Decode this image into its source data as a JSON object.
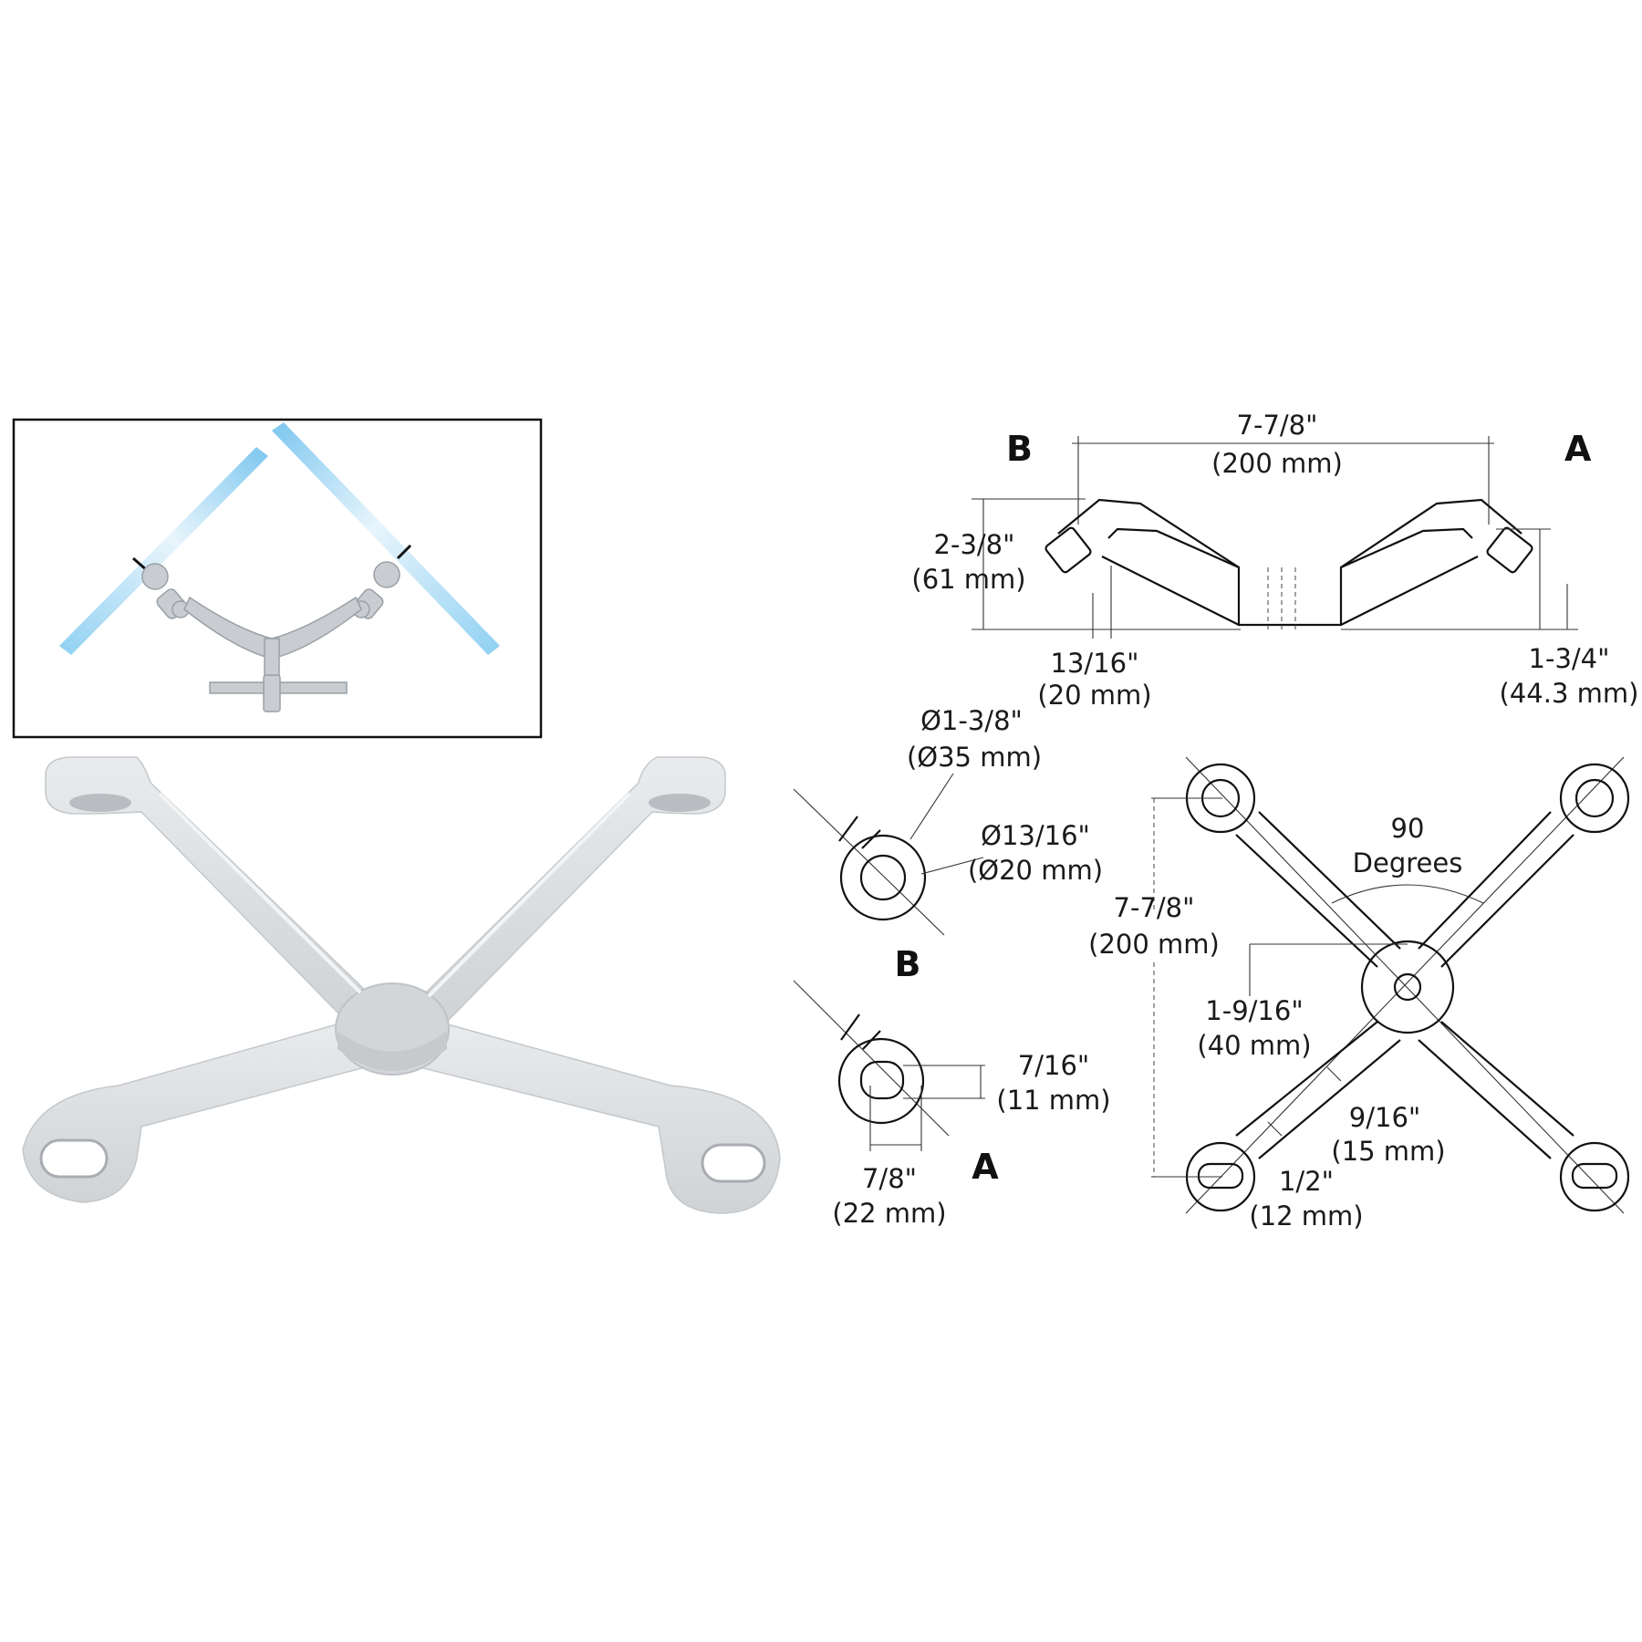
{
  "inset_panel": {
    "glass_color": "#8fd0f2",
    "frame_color": "#111111",
    "hardware_color": "#c9cdd1"
  },
  "product_photo": {
    "metal_color": "#dadde0",
    "shade_color": "#bfc3c7"
  },
  "side_view": {
    "label_b": "B",
    "label_a": "A",
    "width_in": "7-7/8\"",
    "width_mm": "(200 mm)",
    "height_in": "2-3/8\"",
    "height_mm": "(61 mm)",
    "offset_in": "13/16\"",
    "offset_mm": "(20 mm)",
    "end_height_in": "1-3/4\"",
    "end_height_mm": "(44.3 mm)"
  },
  "detail_b": {
    "outer_dia_in": "Ø1-3/8\"",
    "outer_dia_mm": "(Ø35 mm)",
    "inner_dia_in": "Ø13/16\"",
    "inner_dia_mm": "(Ø20 mm)",
    "label": "B"
  },
  "detail_a": {
    "slot_height_in": "7/16\"",
    "slot_height_mm": "(11 mm)",
    "slot_width_in": "7/8\"",
    "slot_width_mm": "(22 mm)",
    "label": "A"
  },
  "plan_view": {
    "angle_value": "90",
    "angle_unit": "Degrees",
    "span_in": "7-7/8\"",
    "span_mm": "(200 mm)",
    "hub_in": "1-9/16\"",
    "hub_mm": "(40 mm)",
    "arm_in": "9/16\"",
    "arm_mm": "(15 mm)",
    "arm_end_in": "1/2\"",
    "arm_end_mm": "(12 mm)"
  }
}
